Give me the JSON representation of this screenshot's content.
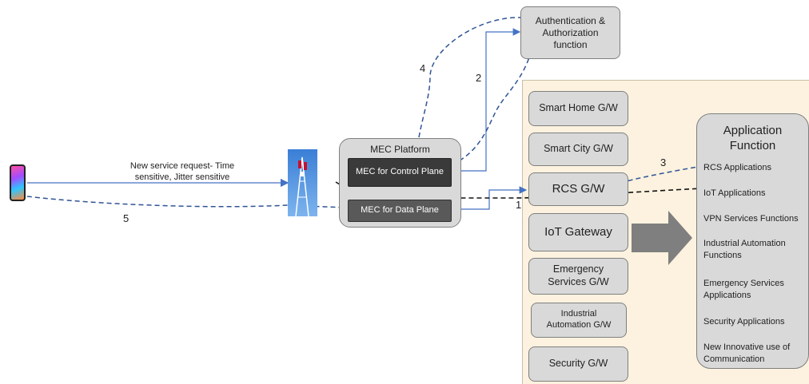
{
  "auth_box": {
    "label": "Authentication & Authorization function"
  },
  "mec_platform": {
    "title": "MEC Platform",
    "control_plane": "MEC for Control Plane",
    "data_plane": "MEC for Data Plane"
  },
  "request_label": {
    "line1": "New service request- Time",
    "line2": "sensitive, Jitter sensitive"
  },
  "step_labels": {
    "s1": "1",
    "s2": "2",
    "s3": "3",
    "s4": "4",
    "s5": "5"
  },
  "gateways": [
    {
      "label": "Smart Home G/W"
    },
    {
      "label": "Smart City G/W"
    },
    {
      "label": "RCS G/W"
    },
    {
      "label": "IoT Gateway"
    },
    {
      "label": "Emergency Services G/W"
    },
    {
      "label": "Industrial Automation G/W"
    },
    {
      "label": "Security G/W"
    }
  ],
  "application_function": {
    "title": "Application Function",
    "items": [
      "RCS Applications",
      "IoT Applications",
      "VPN Services Functions",
      "Industrial Automation Functions",
      "Emergency Services Applications",
      "Security Applications",
      "New Innovative use of Communication"
    ]
  },
  "colors": {
    "solid_line": "#4472c4",
    "dashed_line": "#2f5496",
    "black_dashed": "#111111",
    "arrow_fill": "#7f7f7f"
  }
}
